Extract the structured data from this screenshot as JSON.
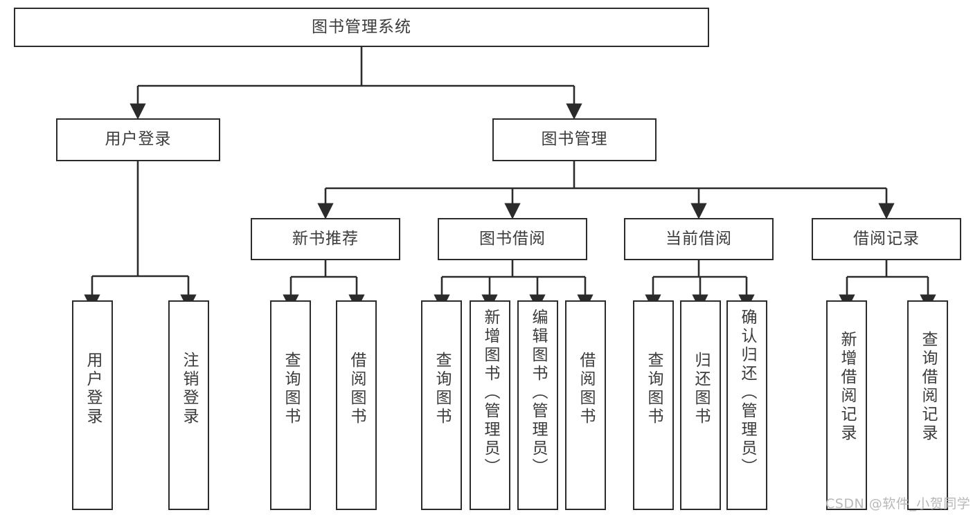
{
  "diagram": {
    "title": "图书管理系统",
    "type": "tree-hierarchy",
    "nodes": {
      "root": {
        "label": "图书管理系统"
      },
      "l2": [
        {
          "id": "user-login",
          "label": "用户登录"
        },
        {
          "id": "book-manage",
          "label": "图书管理"
        }
      ],
      "l3": [
        {
          "id": "new-book-recommend",
          "label": "新书推荐"
        },
        {
          "id": "book-borrow",
          "label": "图书借阅"
        },
        {
          "id": "current-borrow",
          "label": "当前借阅"
        },
        {
          "id": "borrow-record",
          "label": "借阅记录"
        }
      ],
      "leaves": [
        {
          "id": "leaf-user-login",
          "label": "用户登录",
          "parent": "user-login"
        },
        {
          "id": "leaf-logout-login",
          "label": "注销登录",
          "parent": "user-login"
        },
        {
          "id": "leaf-query-book-1",
          "label": "查询图书",
          "parent": "new-book-recommend"
        },
        {
          "id": "leaf-borrow-book-1",
          "label": "借阅图书",
          "parent": "new-book-recommend"
        },
        {
          "id": "leaf-query-book-2",
          "label": "查询图书",
          "parent": "book-borrow"
        },
        {
          "id": "leaf-add-book",
          "label": "新增图书（管理员）",
          "parent": "book-borrow"
        },
        {
          "id": "leaf-edit-book",
          "label": "编辑图书（管理员）",
          "parent": "book-borrow"
        },
        {
          "id": "leaf-borrow-book-2",
          "label": "借阅图书",
          "parent": "book-borrow"
        },
        {
          "id": "leaf-query-book-3",
          "label": "查询图书",
          "parent": "current-borrow"
        },
        {
          "id": "leaf-return-book",
          "label": "归还图书",
          "parent": "current-borrow"
        },
        {
          "id": "leaf-confirm-return",
          "label": "确认归还（管理员）",
          "parent": "current-borrow"
        },
        {
          "id": "leaf-add-record",
          "label": "新增借阅记录",
          "parent": "borrow-record"
        },
        {
          "id": "leaf-query-record",
          "label": "查询借阅记录",
          "parent": "borrow-record"
        }
      ]
    },
    "watermark": "CSDN @软件_小贺同学",
    "colors": {
      "border": "#2b2b2b",
      "text": "#3b3b3b",
      "background": "#ffffff",
      "watermark": "#b8b8b8"
    }
  }
}
